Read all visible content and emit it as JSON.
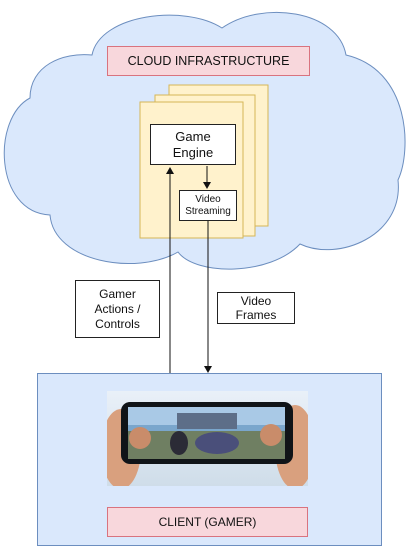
{
  "cloud": {
    "title": "CLOUD INFRASTRUCTURE"
  },
  "engine": {
    "line1": "Game",
    "line2": "Engine"
  },
  "streaming": {
    "line1": "Video",
    "line2": "Streaming"
  },
  "upstream": {
    "line1": "Gamer",
    "line2": "Actions /",
    "line3": "Controls"
  },
  "downstream": {
    "line1": "Video",
    "line2": "Frames"
  },
  "client": {
    "title": "CLIENT (GAMER)"
  },
  "colors": {
    "cloud_fill": "#dae8fc",
    "cloud_stroke": "#6c8ebf",
    "stack_fill": "#fff2cc",
    "stack_stroke": "#d6b656",
    "label_fill": "#f8d7dc",
    "label_stroke": "#d9737f"
  }
}
